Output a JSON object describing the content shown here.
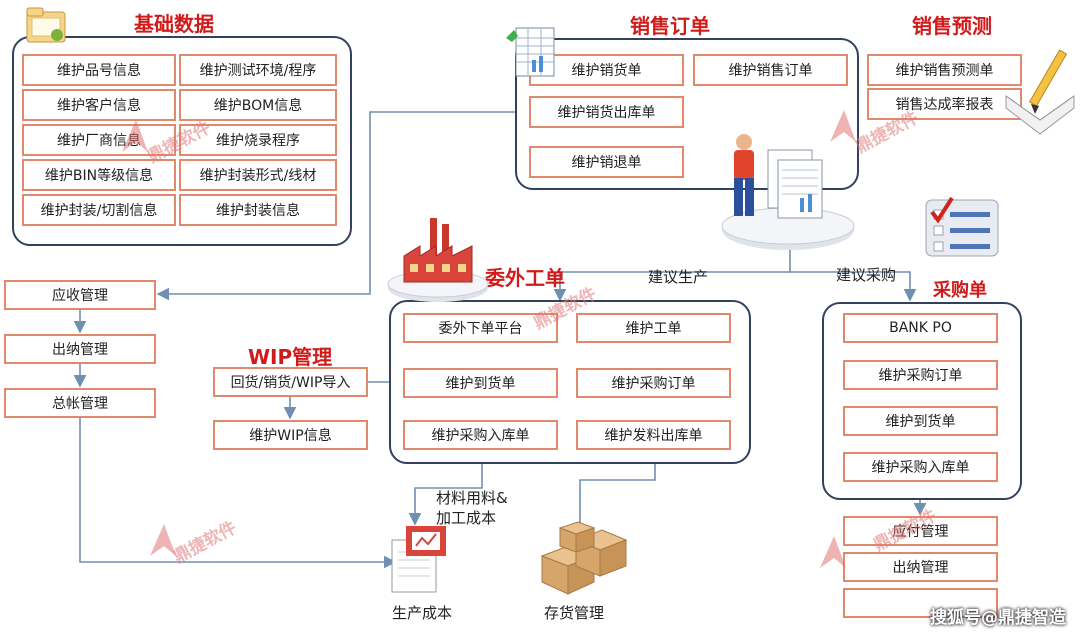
{
  "titles": {
    "basic": "基础数据",
    "sales_order": "销售订单",
    "forecast": "销售预测",
    "outsource": "委外工单",
    "wip": "WIP管理",
    "purchase": "采购单"
  },
  "basic": {
    "left": [
      "维护品号信息",
      "维护客户信息",
      "维护厂商信息",
      "维护BIN等级信息",
      "维护封装/切割信息"
    ],
    "right": [
      "维护测试环境/程序",
      "维护BOM信息",
      "维护烧录程序",
      "维护封装形式/线材",
      "维护封装信息"
    ]
  },
  "sales": [
    "维护销货单",
    "维护销售订单",
    "维护销货出库单",
    "维护销退单"
  ],
  "forecast": [
    "维护销售预测单",
    "销售达成率报表"
  ],
  "finance_left": [
    "应收管理",
    "出纳管理",
    "总帐管理"
  ],
  "wip": [
    "回货/销货/WIP导入",
    "维护WIP信息"
  ],
  "outsource": [
    "委外下单平台",
    "维护工单",
    "维护到货单",
    "维护采购订单",
    "维护采购入库单",
    "维护发料出库单"
  ],
  "purchase": [
    "BANK PO",
    "维护采购订单",
    "维护到货单",
    "维护采购入库单"
  ],
  "finance_right": [
    "应付管理",
    "出纳管理"
  ],
  "labels": {
    "suggest_production": "建议生产",
    "suggest_purchase": "建议采购",
    "material_cost": "材料用料&\n加工成本",
    "production_cost": "生产成本",
    "inventory": "存货管理"
  },
  "watermark": "鼎捷软件",
  "footer": "搜狐号@鼎捷智造",
  "colors": {
    "accent": "#d11b1b",
    "border": "#e0886c",
    "frame": "#33415f",
    "arrow": "#6f8fb3"
  }
}
